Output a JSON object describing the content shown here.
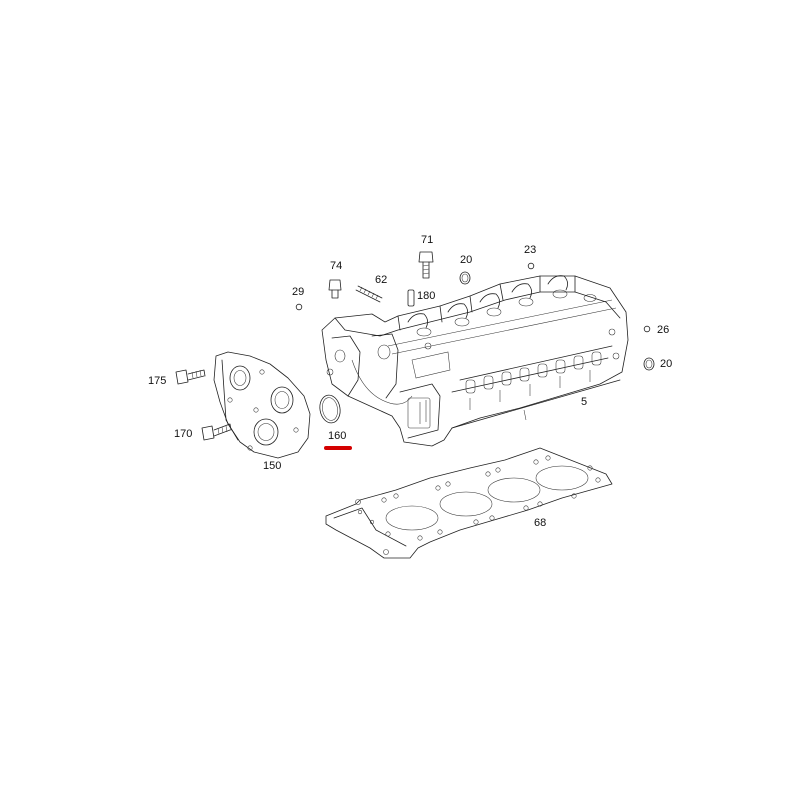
{
  "diagram": {
    "highlight_color": "#d40000",
    "highlighted_part": "160",
    "labels": {
      "p5": "5",
      "p20a": "20",
      "p20b": "20",
      "p23": "23",
      "p26": "26",
      "p29": "29",
      "p62": "62",
      "p68": "68",
      "p71": "71",
      "p74": "74",
      "p150": "150",
      "p160": "160",
      "p170": "170",
      "p175": "175",
      "p180": "180"
    }
  }
}
